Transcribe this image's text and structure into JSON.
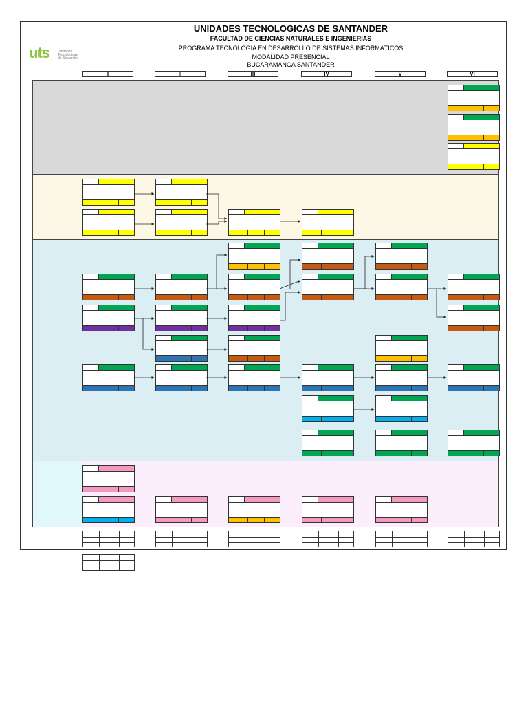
{
  "header": {
    "institution": "UNIDADES TECNOLOGICAS DE SANTANDER",
    "faculty": "FACULTAD DE CIENCIAS NATURALES E INGENIERIAS",
    "program": "PROGRAMA TECNOLOGÍA EN DESARROLLO DE SISTEMAS INFORMÁTICOS",
    "modality": "MODALIDAD PRESENCIAL",
    "city": "BUCARAMANGA SANTANDER"
  },
  "logo": {
    "word": "uts",
    "sub1": "Unidades",
    "sub2": "Tecnológicas",
    "sub3": "de Santander"
  },
  "semesters": [
    "I",
    "II",
    "III",
    "IV",
    "V",
    "VI"
  ],
  "colors": {
    "green": "#00a651",
    "yellow": "#ffff00",
    "orange": "#c55a11",
    "purple": "#7030a0",
    "blue": "#2e75b6",
    "cyan": "#00b0f0",
    "gold": "#ffc000",
    "pink": "#f49ac2",
    "band_gray": "#d9d9d9",
    "band_cream": "#fdf8e6",
    "band_lightblue": "#dbeef4",
    "band_pink": "#fdeefb",
    "label_cyan": "#e0f7fc"
  }
}
